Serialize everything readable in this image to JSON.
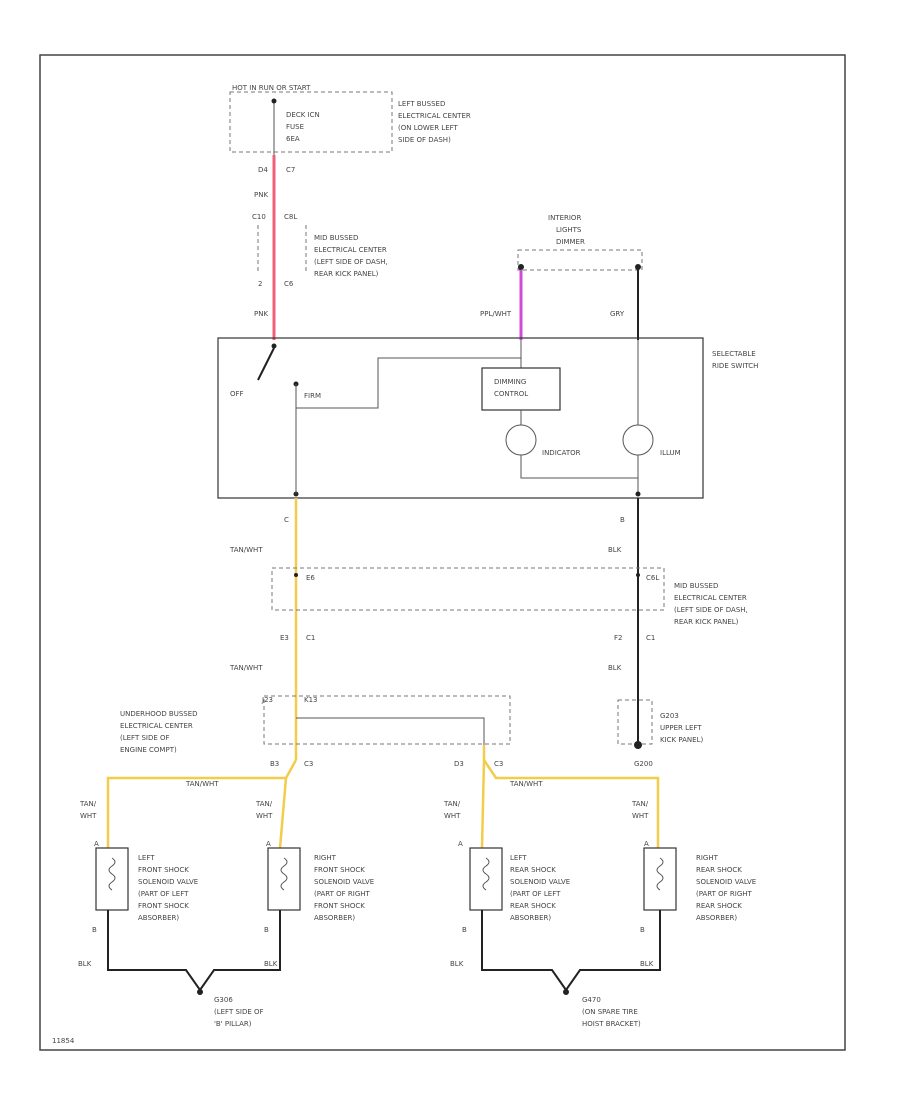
{
  "frame_code": "11854",
  "colors": {
    "pink": "#f0607a",
    "magenta": "#d04ad8",
    "yellow": "#f2cc4a",
    "wire": "#222222",
    "frame": "#444444"
  },
  "top_fuse": {
    "header": "HOT IN RUN OR START",
    "name_lines": [
      "DECK ICN",
      "FUSE",
      "6EA"
    ],
    "location_lines": [
      "LEFT BUSSED",
      "ELECTRICAL CENTER",
      "(ON LOWER LEFT",
      "SIDE OF DASH)"
    ],
    "pin_top_left": "D4",
    "pin_top_right": "C7",
    "wire_label": "PNK",
    "pin_mid_left": "C10",
    "pin_mid_right": "C8L",
    "pin_low_left": "2",
    "pin_low_right": "C6"
  },
  "mid_bussed_top": {
    "lines": [
      "MID BUSSED",
      "ELECTRICAL CENTER",
      "(LEFT SIDE OF DASH,",
      "REAR KICK PANEL)"
    ]
  },
  "interior_lights_dimmer": {
    "lines": [
      "INTERIOR",
      "LIGHTS",
      "DIMMER"
    ]
  },
  "wire_pnk_lower": "PNK",
  "wire_ppl_wht": "PPL/WHT",
  "wire_gry": "GRY",
  "switch": {
    "title_lines": [
      "SELECTABLE",
      "RIDE SWITCH"
    ],
    "off": "OFF",
    "firm": "FIRM",
    "dimming_lines": [
      "DIMMING",
      "CONTROL"
    ],
    "indicator": "INDICATOR",
    "illum": "ILLUM"
  },
  "pins_below_switch": {
    "left": "C",
    "right": "B"
  },
  "wire_tan_wht_1": "TAN/WHT",
  "wire_blk_1": "BLK",
  "mid_bussed_bottom": {
    "pin_left": "E6",
    "pin_right": "C6L",
    "lines": [
      "MID BUSSED",
      "ELECTRICAL CENTER",
      "(LEFT SIDE OF DASH,",
      "REAR KICK PANEL)"
    ],
    "pin_low_left": "E3",
    "pin_low_left_conn": "C1",
    "pin_low_right": "F2",
    "pin_low_right_conn": "C1"
  },
  "wire_tan_wht_2": "TAN/WHT",
  "wire_blk_2": "BLK",
  "underhood": {
    "pin_left": "J23",
    "pin_right": "K13",
    "lines": [
      "UNDERHOOD BUSSED",
      "ELECTRICAL CENTER",
      "(LEFT SIDE OF",
      "ENGINE COMPT)"
    ],
    "conn_left_pin": "B3",
    "conn_left": "C3",
    "conn_right_pin": "D3",
    "conn_right": "C3"
  },
  "ground_g203": {
    "name": "G203",
    "lines": [
      "UPPER LEFT",
      "KICK PANEL)"
    ]
  },
  "wire_tan_wht_front": "TAN/WHT",
  "wire_tan_wht_rear": "TAN/WHT",
  "ground_g200_label": "G200",
  "solenoids": [
    {
      "wire_lines": [
        "TAN/",
        "WHT"
      ],
      "lines": [
        "LEFT",
        "FRONT SHOCK",
        "SOLENOID VALVE",
        "(PART OF LEFT",
        "FRONT SHOCK",
        "ABSORBER)"
      ],
      "pin_top": "A",
      "pin_bottom": "B",
      "ground_wire": "BLK"
    },
    {
      "wire_lines": [
        "TAN/",
        "WHT"
      ],
      "lines": [
        "RIGHT",
        "FRONT SHOCK",
        "SOLENOID VALVE",
        "(PART OF RIGHT",
        "FRONT SHOCK",
        "ABSORBER)"
      ],
      "pin_top": "A",
      "pin_bottom": "B",
      "ground_wire": "BLK"
    },
    {
      "wire_lines": [
        "TAN/",
        "WHT"
      ],
      "lines": [
        "LEFT",
        "REAR SHOCK",
        "SOLENOID VALVE",
        "(PART OF LEFT",
        "REAR SHOCK",
        "ABSORBER)"
      ],
      "pin_top": "A",
      "pin_bottom": "B",
      "ground_wire": "BLK"
    },
    {
      "wire_lines": [
        "TAN/",
        "WHT"
      ],
      "lines": [
        "RIGHT",
        "REAR SHOCK",
        "SOLENOID VALVE",
        "(PART OF RIGHT",
        "REAR SHOCK",
        "ABSORBER)"
      ],
      "pin_top": "A",
      "pin_bottom": "B",
      "ground_wire": "BLK"
    }
  ],
  "ground_g306": {
    "name": "G306",
    "lines": [
      "(LEFT SIDE OF",
      "'B' PILLAR)"
    ]
  },
  "ground_g470": {
    "name": "G470",
    "lines": [
      "(ON SPARE TIRE",
      "HOIST BRACKET)"
    ]
  }
}
